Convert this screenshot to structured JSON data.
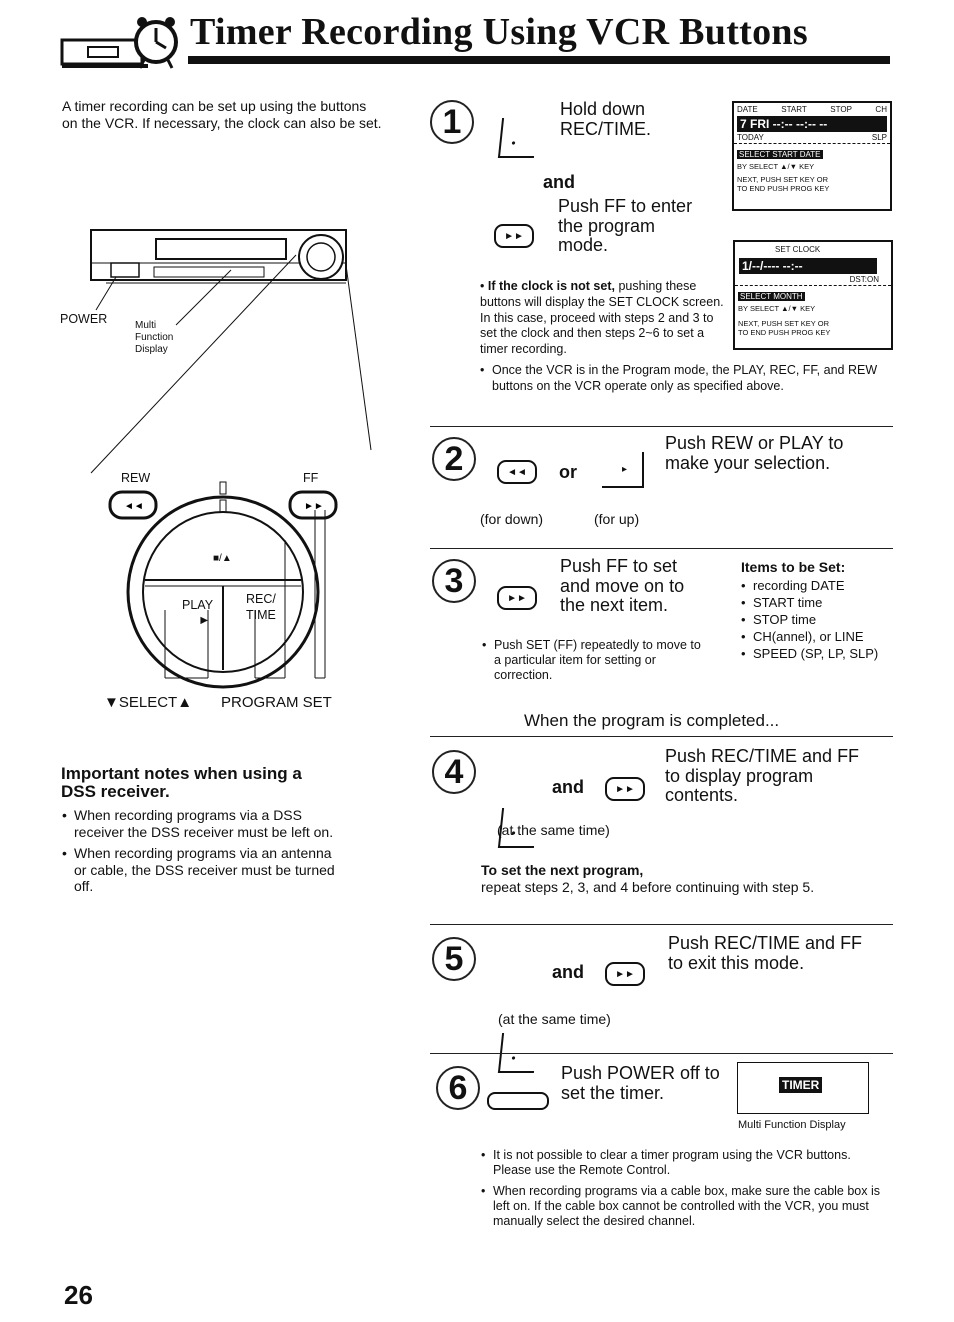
{
  "title": "Timer Recording Using VCR Buttons",
  "intro": "A timer recording can be set up using the buttons on the VCR. If necessary, the clock can also be set.",
  "diagram": {
    "power": "POWER",
    "mfd": "Multi Function Display",
    "rew": "REW",
    "ff": "FF",
    "stop_eject": "■/▲",
    "play": "PLAY",
    "play_arrow": "►",
    "rec_time": "REC/ TIME",
    "select": "▼SELECT▲",
    "program_set": "PROGRAM SET"
  },
  "notes": {
    "heading": "Important notes when using a DSS receiver.",
    "items": [
      "When recording programs via a DSS receiver the DSS receiver must be left on.",
      "When recording programs via an antenna or cable, the DSS receiver must be turned off."
    ]
  },
  "step1": {
    "num": "1",
    "hold": "Hold down REC/TIME.",
    "and": "and",
    "push_ff": "Push FF to enter the program mode.",
    "clock_note_bold": "If the clock is not set,",
    "clock_note": " pushing these buttons will display the SET CLOCK screen. In this case, proceed with steps 2 and 3 to set the clock and then steps 2~6 to set a timer recording.",
    "program_note": "Once the VCR is in the Program mode, the PLAY, REC, FF, and REW buttons on the VCR operate only as specified above.",
    "lcd1": {
      "header": [
        "DATE",
        "START",
        "STOP",
        "CH"
      ],
      "value": "7 FRI --:-- --:-- --",
      "today": "TODAY",
      "slp": "SLP",
      "bar": "SELECT START DATE",
      "line1": "BY SELECT ▲/▼ KEY",
      "line2": "NEXT, PUSH SET KEY OR",
      "line3": "TO END PUSH PROG KEY"
    },
    "lcd2": {
      "header": "SET CLOCK",
      "value": "1/--/---- --:--",
      "dst": "DST:ON",
      "bar": "SELECT MONTH",
      "line1": "BY SELECT ▲/▼ KEY",
      "line2": "NEXT, PUSH SET KEY OR",
      "line3": "TO END PUSH PROG KEY"
    }
  },
  "step2": {
    "num": "2",
    "or": "or",
    "text": "Push REW or PLAY to make your selection.",
    "for_down": "(for down)",
    "for_up": "(for up)"
  },
  "step3": {
    "num": "3",
    "text": "Push FF to set and move on to the next item.",
    "note": "Push SET (FF) repeatedly to move to a particular item for setting or correction.",
    "items_heading": "Items to be Set:",
    "items": [
      "recording DATE",
      "START time",
      "STOP time",
      "CH(annel), or LINE",
      "SPEED (SP, LP, SLP)"
    ]
  },
  "completed": "When the program is completed...",
  "step4": {
    "num": "4",
    "and": "and",
    "text": "Push REC/TIME and FF to display program contents.",
    "same_time": "(at the same time)",
    "next_bold": "To set the next program,",
    "next_text": "repeat steps 2, 3, and 4 before continuing with step 5."
  },
  "step5": {
    "num": "5",
    "and": "and",
    "text": "Push REC/TIME and FF to exit this mode.",
    "same_time": "(at the same time)"
  },
  "step6": {
    "num": "6",
    "text": "Push POWER off to set the timer.",
    "timer": "TIMER",
    "mfd_caption": "Multi Function Display",
    "notes": [
      "It is not possible to clear a timer program using the VCR buttons. Please use the Remote Control.",
      "When recording programs via a cable box, make sure the cable box is left on. If the cable box cannot be controlled with the VCR, you must manually select the desired channel."
    ]
  },
  "page_number": "26"
}
